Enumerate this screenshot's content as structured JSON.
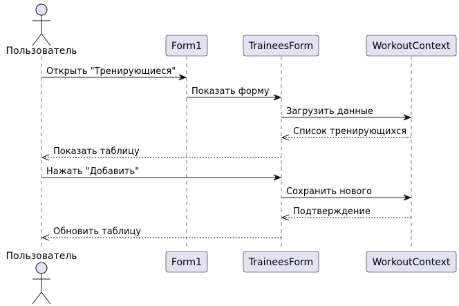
{
  "participants": [
    {
      "id": "user",
      "kind": "actor",
      "label": "Пользователь"
    },
    {
      "id": "form1",
      "kind": "box",
      "label": "Form1"
    },
    {
      "id": "trainees",
      "kind": "box",
      "label": "TraineesForm"
    },
    {
      "id": "context",
      "kind": "box",
      "label": "WorkoutContext"
    }
  ],
  "messages": [
    {
      "from": "user",
      "to": "form1",
      "style": "solid",
      "label": "Открыть \"Тренирующиеся\""
    },
    {
      "from": "form1",
      "to": "trainees",
      "style": "solid",
      "label": "Показать форму"
    },
    {
      "from": "trainees",
      "to": "context",
      "style": "solid",
      "label": "Загрузить данные"
    },
    {
      "from": "context",
      "to": "trainees",
      "style": "dashed",
      "label": "Список тренирующихся"
    },
    {
      "from": "trainees",
      "to": "user",
      "style": "dashed",
      "label": "Показать таблицу"
    },
    {
      "from": "user",
      "to": "trainees",
      "style": "solid",
      "label": "Нажать \"Добавить\""
    },
    {
      "from": "trainees",
      "to": "context",
      "style": "solid",
      "label": "Сохранить нового"
    },
    {
      "from": "context",
      "to": "trainees",
      "style": "dashed",
      "label": "Подтверждение"
    },
    {
      "from": "trainees",
      "to": "user",
      "style": "dashed",
      "label": "Обновить таблицу"
    }
  ],
  "colors": {
    "participant_fill": "#E2E2F0",
    "line": "#181818",
    "background": "#FFFFFF"
  }
}
